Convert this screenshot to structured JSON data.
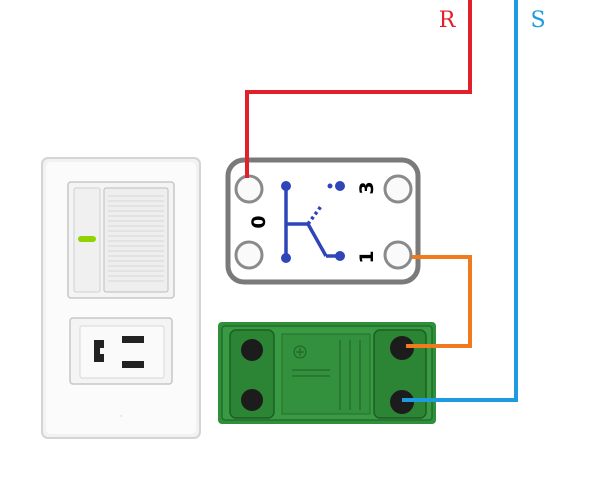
{
  "wires": {
    "live": {
      "label": "R",
      "color": "#e0202a"
    },
    "neutral": {
      "label": "S",
      "color": "#1e9be0"
    },
    "jumper": {
      "color": "#f07a1e"
    }
  },
  "switch_module": {
    "terminals": {
      "t0": "0",
      "t1": "1",
      "t3": "3"
    },
    "frame_color": "#7a7a7a",
    "contact_color": "#2f45b8"
  },
  "wall_plate": {
    "indicator_color": "#8fd400"
  },
  "outlet_module": {
    "body_color": "#2f8f3a"
  }
}
